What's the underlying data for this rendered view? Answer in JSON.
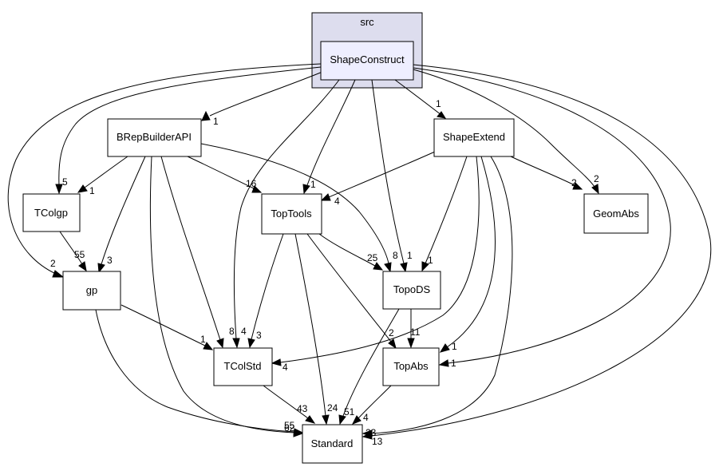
{
  "cluster": {
    "label": "src"
  },
  "nodes": {
    "shapeconstruct": "ShapeConstruct",
    "brepbuilderapi": "BRepBuilderAPI",
    "shapeextend": "ShapeExtend",
    "tcolgp": "TColgp",
    "toptools": "TopTools",
    "geomabs": "GeomAbs",
    "gp": "gp",
    "topods": "TopoDS",
    "tcolstd": "TColStd",
    "topabs": "TopAbs",
    "standard": "Standard"
  },
  "edges": {
    "sc_brep": "1",
    "sc_shapeextend": "1",
    "sc_tcolgp": "5",
    "sc_gp": "2",
    "sc_geomabs": "2",
    "sc_toptools": "1",
    "sc_topods": "1",
    "sc_tcolstd": "4",
    "sc_topabs": "1",
    "sc_standard": "13",
    "brep_tcolgp": "1",
    "brep_gp": "3",
    "brep_toptools": "16",
    "brep_topods": "8",
    "brep_tcolstd": "8",
    "brep_standard": "62",
    "se_toptools": "4",
    "se_geomabs": "2",
    "se_topods": "1",
    "se_tcolstd": "4",
    "se_topabs": "1",
    "se_standard": "23",
    "tcolgp_gp": "55",
    "tt_topods": "25",
    "tt_tcolstd": "3",
    "tt_topabs": "2",
    "tt_standard": "24",
    "gp_tcolstd": "1",
    "gp_standard": "55",
    "topods_topabs": "11",
    "topods_standard": "51",
    "tcolstd_standard": "43",
    "topabs_standard": "4"
  }
}
